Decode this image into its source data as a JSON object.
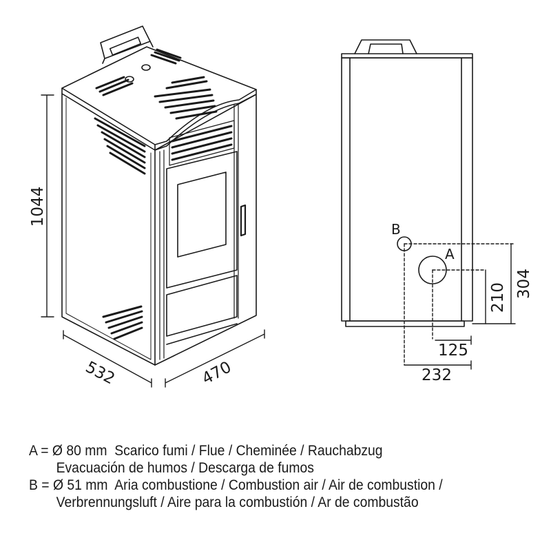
{
  "dimensions": {
    "height": "1044",
    "depth": "532",
    "width": "470",
    "b_height": "304",
    "a_height": "210",
    "a_offset": "125",
    "b_offset": "232"
  },
  "points": {
    "a_label": "A",
    "b_label": "B"
  },
  "legend": [
    {
      "key": "A",
      "eq": " = ",
      "line1": "Ø 80 mm  Scarico fumi / Flue / Cheminée / Rauchabzug",
      "line2": "Evacuación de humos / Descarga de fumos"
    },
    {
      "key": "B",
      "eq": " = ",
      "line1": "Ø 51 mm  Aria combustione / Combustion air / Air de combustion /",
      "line2": "Verbrennungsluft / Aire para la combustión / Ar de combustão"
    }
  ]
}
